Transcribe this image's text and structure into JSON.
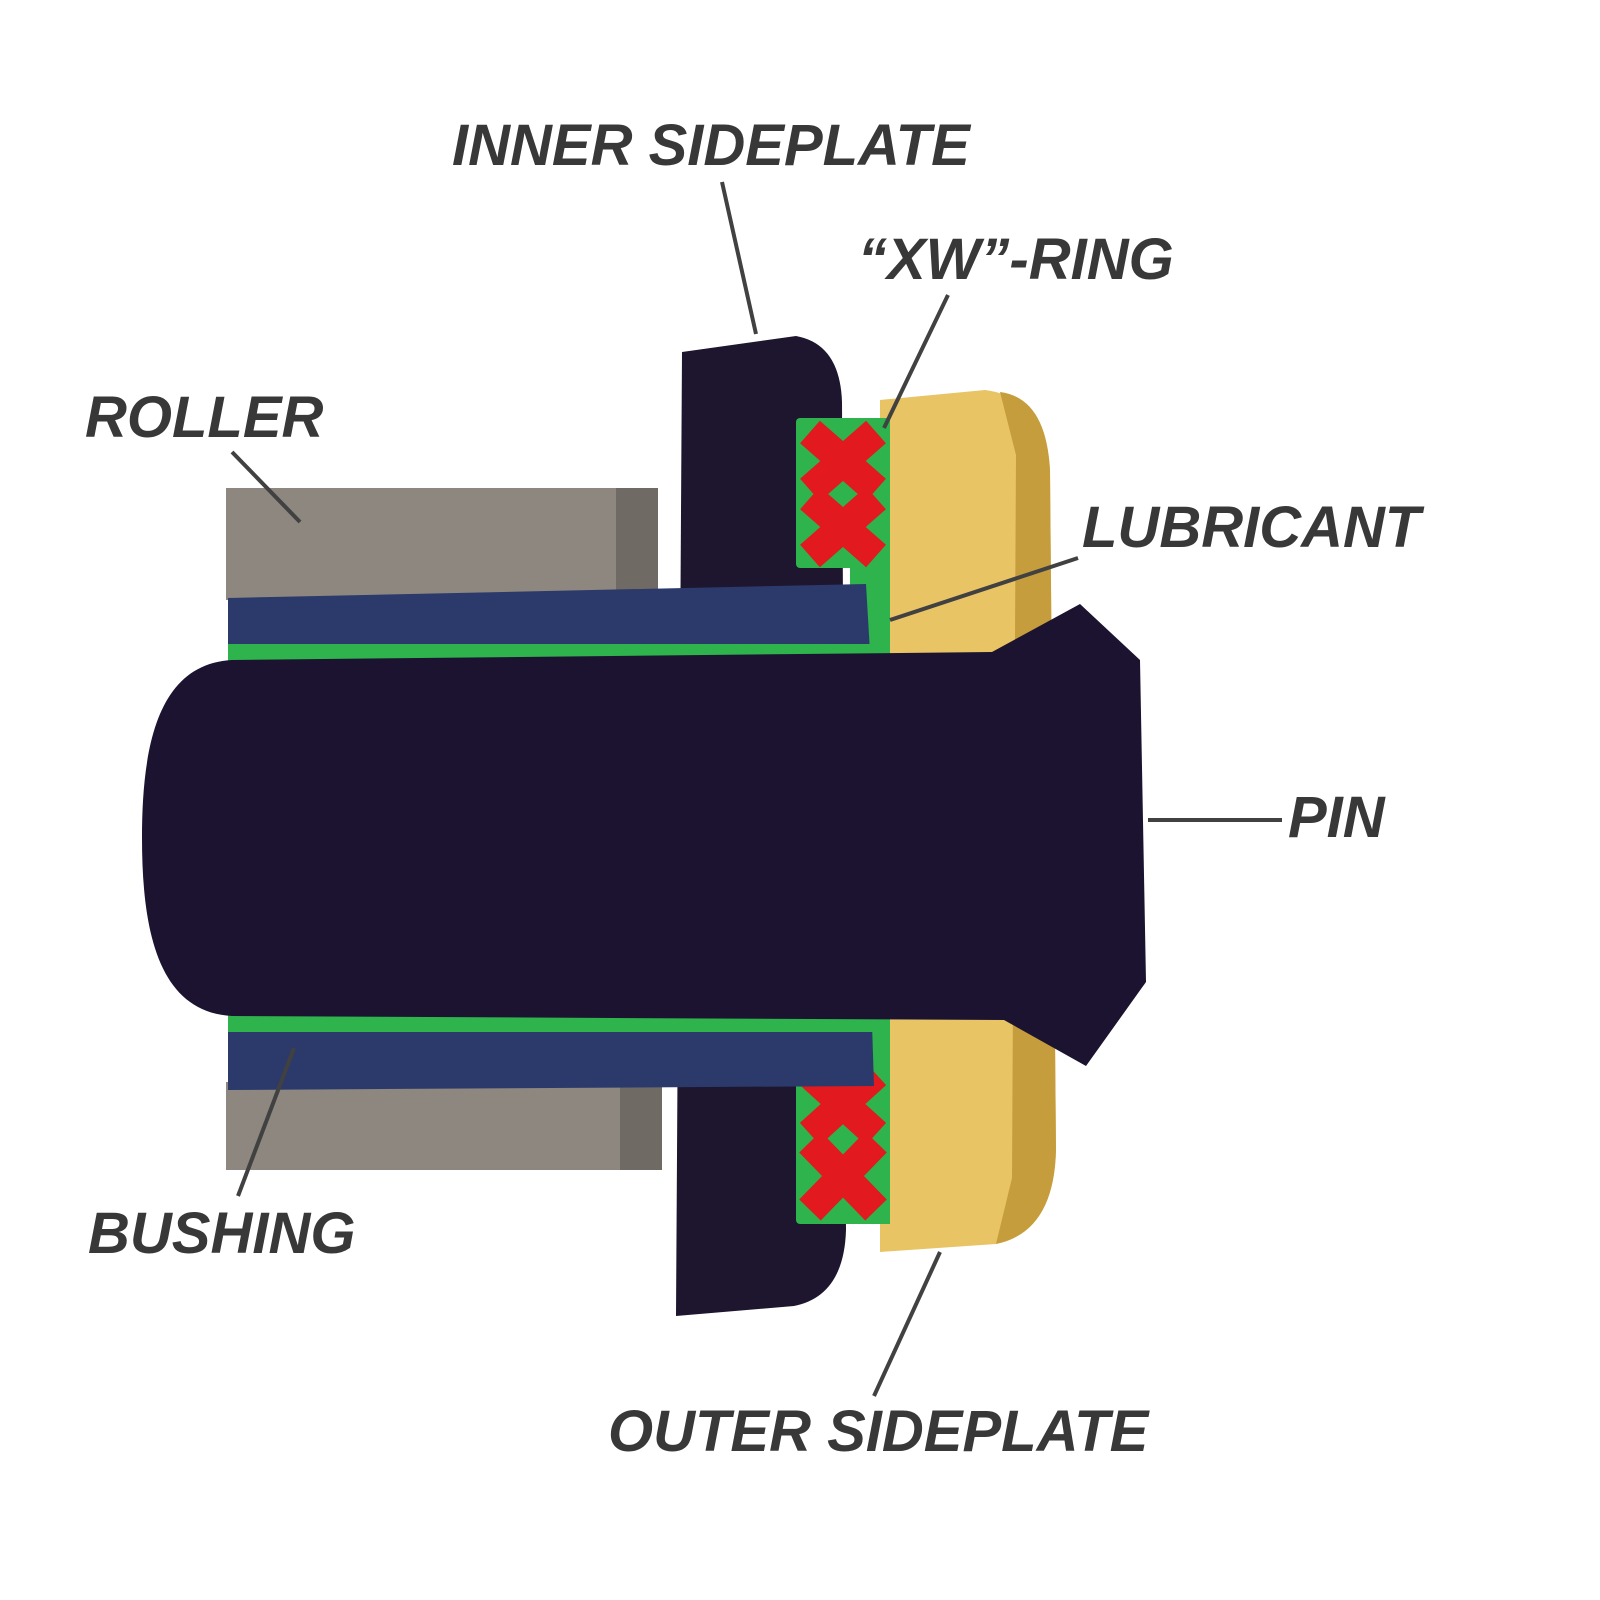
{
  "diagram": {
    "type": "roller-chain-cross-section",
    "background": "#ffffff",
    "labels": {
      "inner_sideplate": "INNER SIDEPLATE",
      "xw_ring": "“XW”-RING",
      "roller": "ROLLER",
      "lubricant": "LUBRICANT",
      "pin": "PIN",
      "bushing": "BUSHING",
      "outer_sideplate": "OUTER SIDEPLATE"
    },
    "colors": {
      "pin": "#1b1330",
      "inner_sideplate": "#1e152f",
      "outer_sideplate": "#e8c464",
      "outer_sideplate_edge": "#c59d3c",
      "roller": "#8d8780",
      "roller_edge": "#6f6a63",
      "bushing": "#2b3a6b",
      "lubricant": "#2eb34d",
      "xw_ring": "#e2191f",
      "label_text": "#383838",
      "leader_line": "#414141"
    }
  }
}
